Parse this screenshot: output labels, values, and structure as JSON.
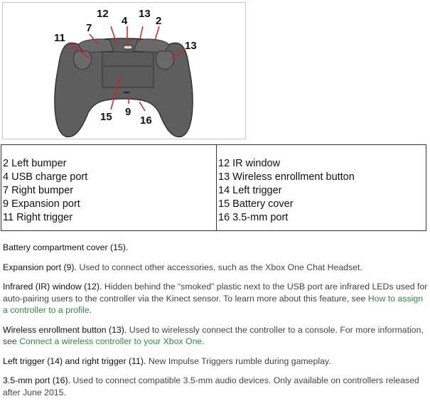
{
  "figure": {
    "callouts": [
      "12",
      "4",
      "13",
      "2",
      "7",
      "11",
      "13",
      "15",
      "9",
      "16"
    ]
  },
  "legend_table": {
    "left": [
      "2 Left bumper",
      "4 USB charge port",
      "7 Right bumper",
      "9 Expansion port",
      "11 Right trigger"
    ],
    "right": [
      "12 IR window",
      "13 Wireless enrollment button",
      "14 Left trigger",
      "15 Battery cover",
      "16 3.5-mm port"
    ]
  },
  "descriptions": [
    {
      "title": "Battery compartment cover (15).",
      "body": ""
    },
    {
      "title": "Expansion port (9).",
      "body": " Used to connect other accessories, such as the Xbox One Chat Headset."
    },
    {
      "title": "Infrared (IR) window (12).",
      "body": " Hidden behind the “smoked” plastic next to the USB port are infrared LEDs used for auto-pairing users to the controller via the Kinect sensor. To learn more about this feature, see ",
      "link": "How to assign a controller to a profile",
      "after": "."
    },
    {
      "title": "Wireless enrollment button (13).",
      "body": " Used to wirelessly connect the controller to a console. For more information, see ",
      "link": "Connect a wireless controller to your Xbox One",
      "after": "."
    },
    {
      "title": "Left trigger (14) and right trigger (11).",
      "body": " New Impulse Triggers rumble during gameplay."
    },
    {
      "title": "3.5-mm port (16).",
      "body": " Used to connect compatible 3.5-mm audio devices. Only available on controllers released after June 2015."
    }
  ],
  "colors": {
    "link": "#2e8b3e",
    "callout_line": "#d81e1e",
    "controller": "#5e5e5e"
  }
}
